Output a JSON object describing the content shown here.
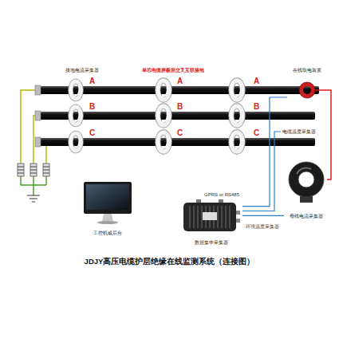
{
  "diagram": {
    "title": "JDJY高压电缆护层绝缘在线监测系统（连接图）",
    "nodes": [
      {
        "text": [
          "接地电流采集器"
        ]
      },
      {
        "text": [
          "在线取电装置"
        ]
      },
      {
        "text": [
          "电缆温度采集器"
        ]
      },
      {
        "text": [
          "母线电流采集器"
        ]
      },
      {
        "text": [
          "工控机或后台"
        ]
      },
      {
        "text": [
          "数据集中采集器"
        ]
      }
    ],
    "edges": [
      {
        "from": 5,
        "to": 1,
        "arrow": "none"
      },
      {
        "from": 5,
        "to": 2,
        "arrow": "none"
      },
      {
        "from": 5,
        "to": 3,
        "arrow": "none"
      }
    ],
    "labels": [
      "单芯电缆屏蔽层交叉互联接地",
      "A",
      "A",
      "A",
      "B",
      "B",
      "B",
      "C",
      "C",
      "C",
      "GPRS or RS485",
      "环境温度采集器"
    ]
  }
}
